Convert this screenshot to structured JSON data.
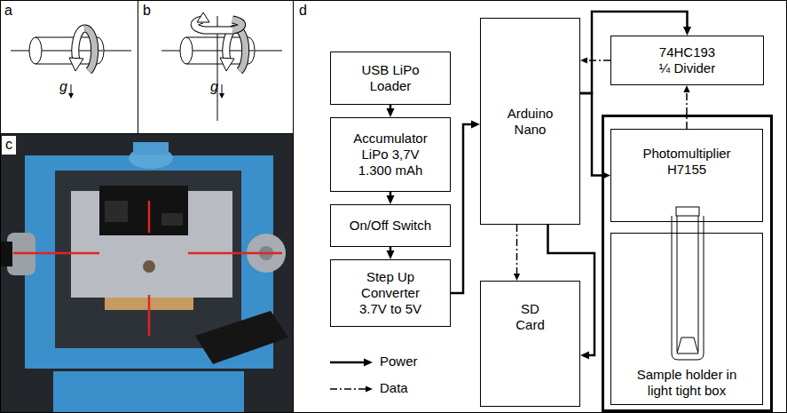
{
  "diagram": {
    "nodes": [
      {
        "text": [
          "USB LiPo Loader"
        ]
      },
      {
        "text": [
          "Accumulator LiPo 3,7V 1.300 mAh"
        ]
      },
      {
        "text": [
          "On/Off Switch"
        ]
      },
      {
        "text": [
          "Step Up Converter 3.7V to 5V"
        ]
      },
      {
        "text": [
          "Arduino Nano"
        ]
      },
      {
        "text": [
          "SD Card"
        ]
      },
      {
        "text": [
          "74HC193 ¼ Divider"
        ]
      },
      {
        "text": [
          "Photomultiplier H7155"
        ]
      },
      {
        "text": [
          "Sample holder in light tight box"
        ]
      }
    ],
    "edges": [
      {
        "from": 0,
        "to": 1,
        "arrow": "to"
      },
      {
        "from": 1,
        "to": 2,
        "arrow": "to"
      },
      {
        "from": 2,
        "to": 3,
        "arrow": "to"
      },
      {
        "from": 3,
        "to": 4,
        "arrow": "to"
      },
      {
        "from": 4,
        "to": 6,
        "arrow": "to"
      },
      {
        "from": 4,
        "to": 7,
        "arrow": "to"
      },
      {
        "from": 4,
        "to": 5,
        "arrow": "to"
      },
      {
        "from": 6,
        "to": 4,
        "arrow": "to"
      },
      {
        "from": 7,
        "to": 6,
        "arrow": "to"
      },
      {
        "from": 4,
        "to": 5,
        "arrow": "to"
      }
    ],
    "labels": [
      "a",
      "b",
      "c",
      "d",
      "g",
      "g"
    ],
    "legend": [
      {
        "text": "Power"
      },
      {
        "text": "Data"
      }
    ]
  }
}
